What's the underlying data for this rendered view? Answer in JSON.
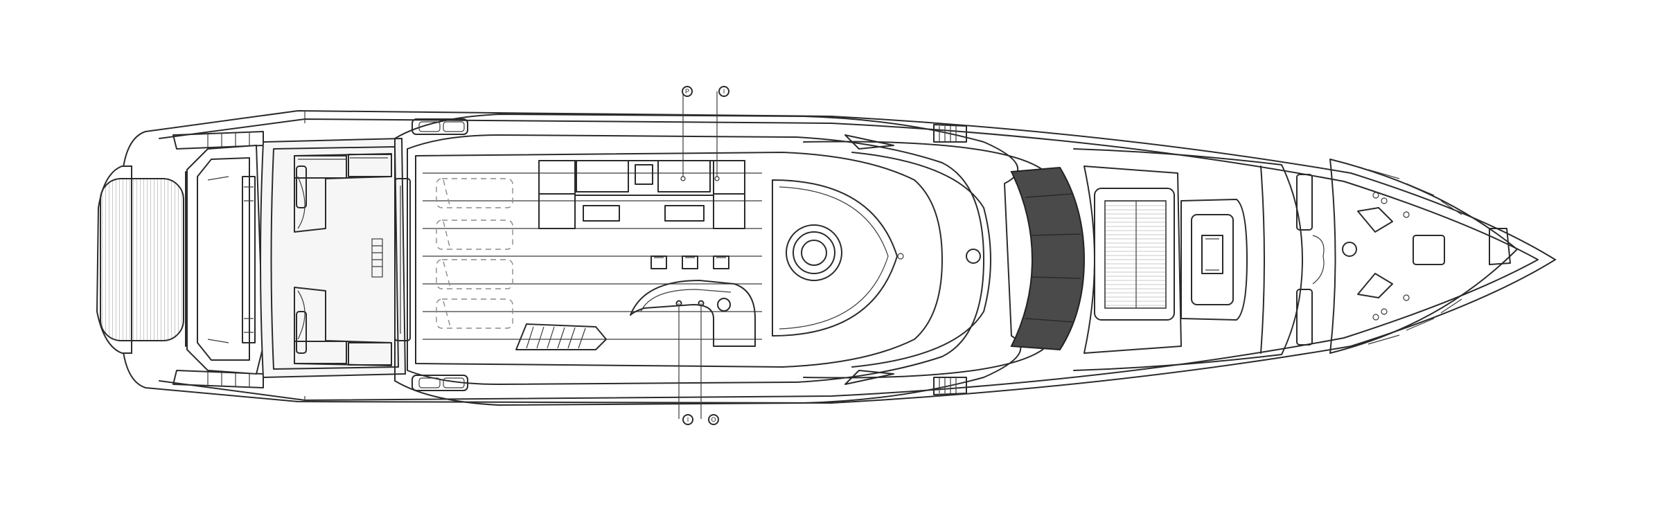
{
  "callouts": {
    "top": [
      {
        "id": "callout-top-1",
        "label": "P"
      },
      {
        "id": "callout-top-2",
        "label": "I"
      }
    ],
    "bottom": [
      {
        "id": "callout-bottom-1",
        "label": "I"
      },
      {
        "id": "callout-bottom-2",
        "label": "O"
      }
    ]
  },
  "colors": {
    "line": "#2a2a2a",
    "deck": "#f6f6f6",
    "tinted_glass": "#4a4a4a",
    "dashed_furniture": "#8a8a8a"
  }
}
